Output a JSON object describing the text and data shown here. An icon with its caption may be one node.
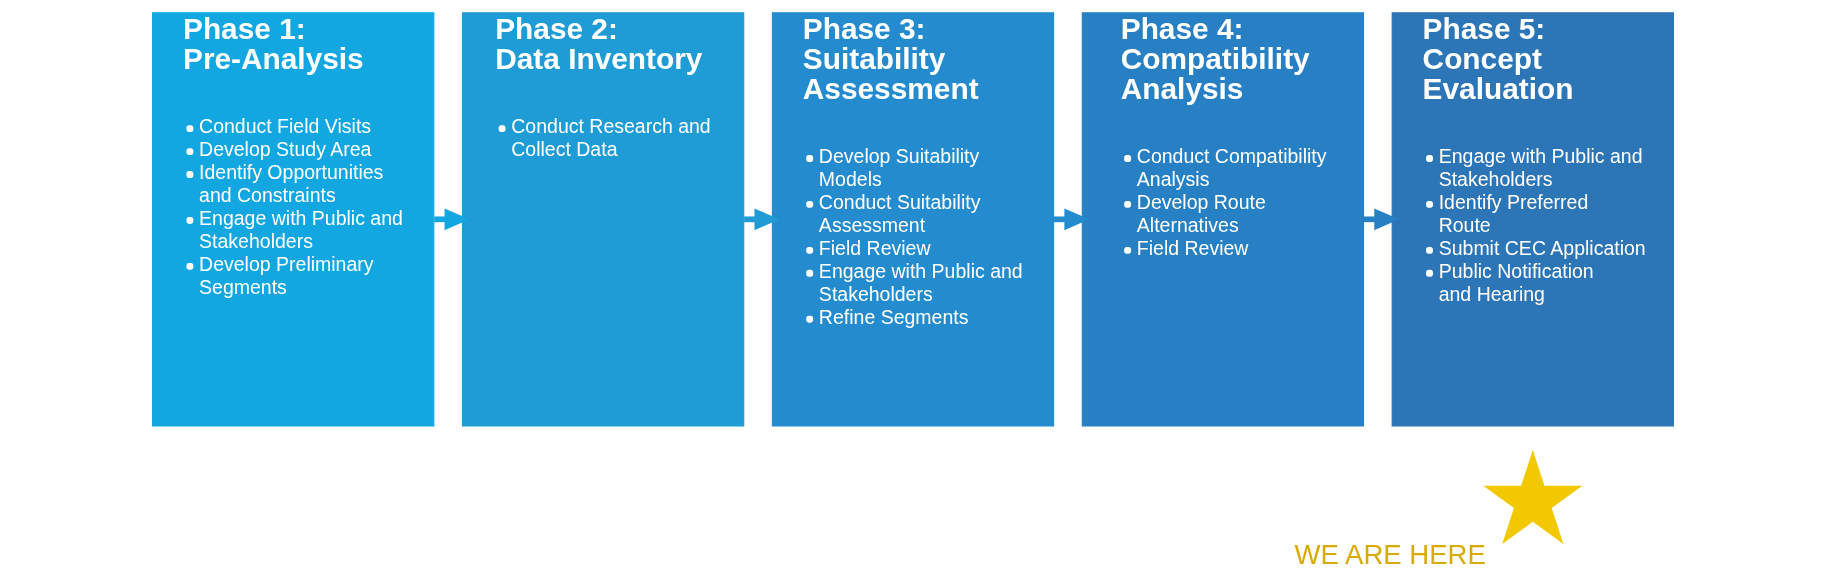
{
  "diagram": {
    "nodes": [
      {
        "text": [
          "Phase 1: Pre-Analysis",
          "Conduct Field Visits",
          "Develop Study Area",
          "Identify Opportunities and Constraints",
          "Engage with Public and Stakeholders",
          "Develop Preliminary Segments"
        ]
      },
      {
        "text": [
          "Phase 2: Data Inventory",
          "Conduct Research and Collect Data"
        ]
      },
      {
        "text": [
          "Phase 3: Suitability Assessment",
          "Develop Suitability Models",
          "Conduct Suitability Assessment",
          "Field Review",
          "Engage with Public and Stakeholders",
          "Refine Segments"
        ]
      },
      {
        "text": [
          "Phase 4: Compatibility Analysis",
          "Conduct Compatibility Analysis",
          "Develop Route Alternatives",
          "Field Review"
        ]
      },
      {
        "text": [
          "Phase 5: Concept Evaluation",
          "Engage with Public and Stakeholders",
          "Identify Preferred Route",
          "Submit CEC Application",
          "Public Notification and Hearing"
        ]
      },
      {
        "text": [],
        "shape": "star",
        "beside": [
          "WE ARE HERE"
        ]
      }
    ],
    "edges": [
      {
        "from": 0,
        "to": 1,
        "arrow": "to"
      },
      {
        "from": 1,
        "to": 2,
        "arrow": "to"
      },
      {
        "from": 2,
        "to": 3,
        "arrow": "to"
      },
      {
        "from": 3,
        "to": 4,
        "arrow": "to"
      }
    ]
  }
}
